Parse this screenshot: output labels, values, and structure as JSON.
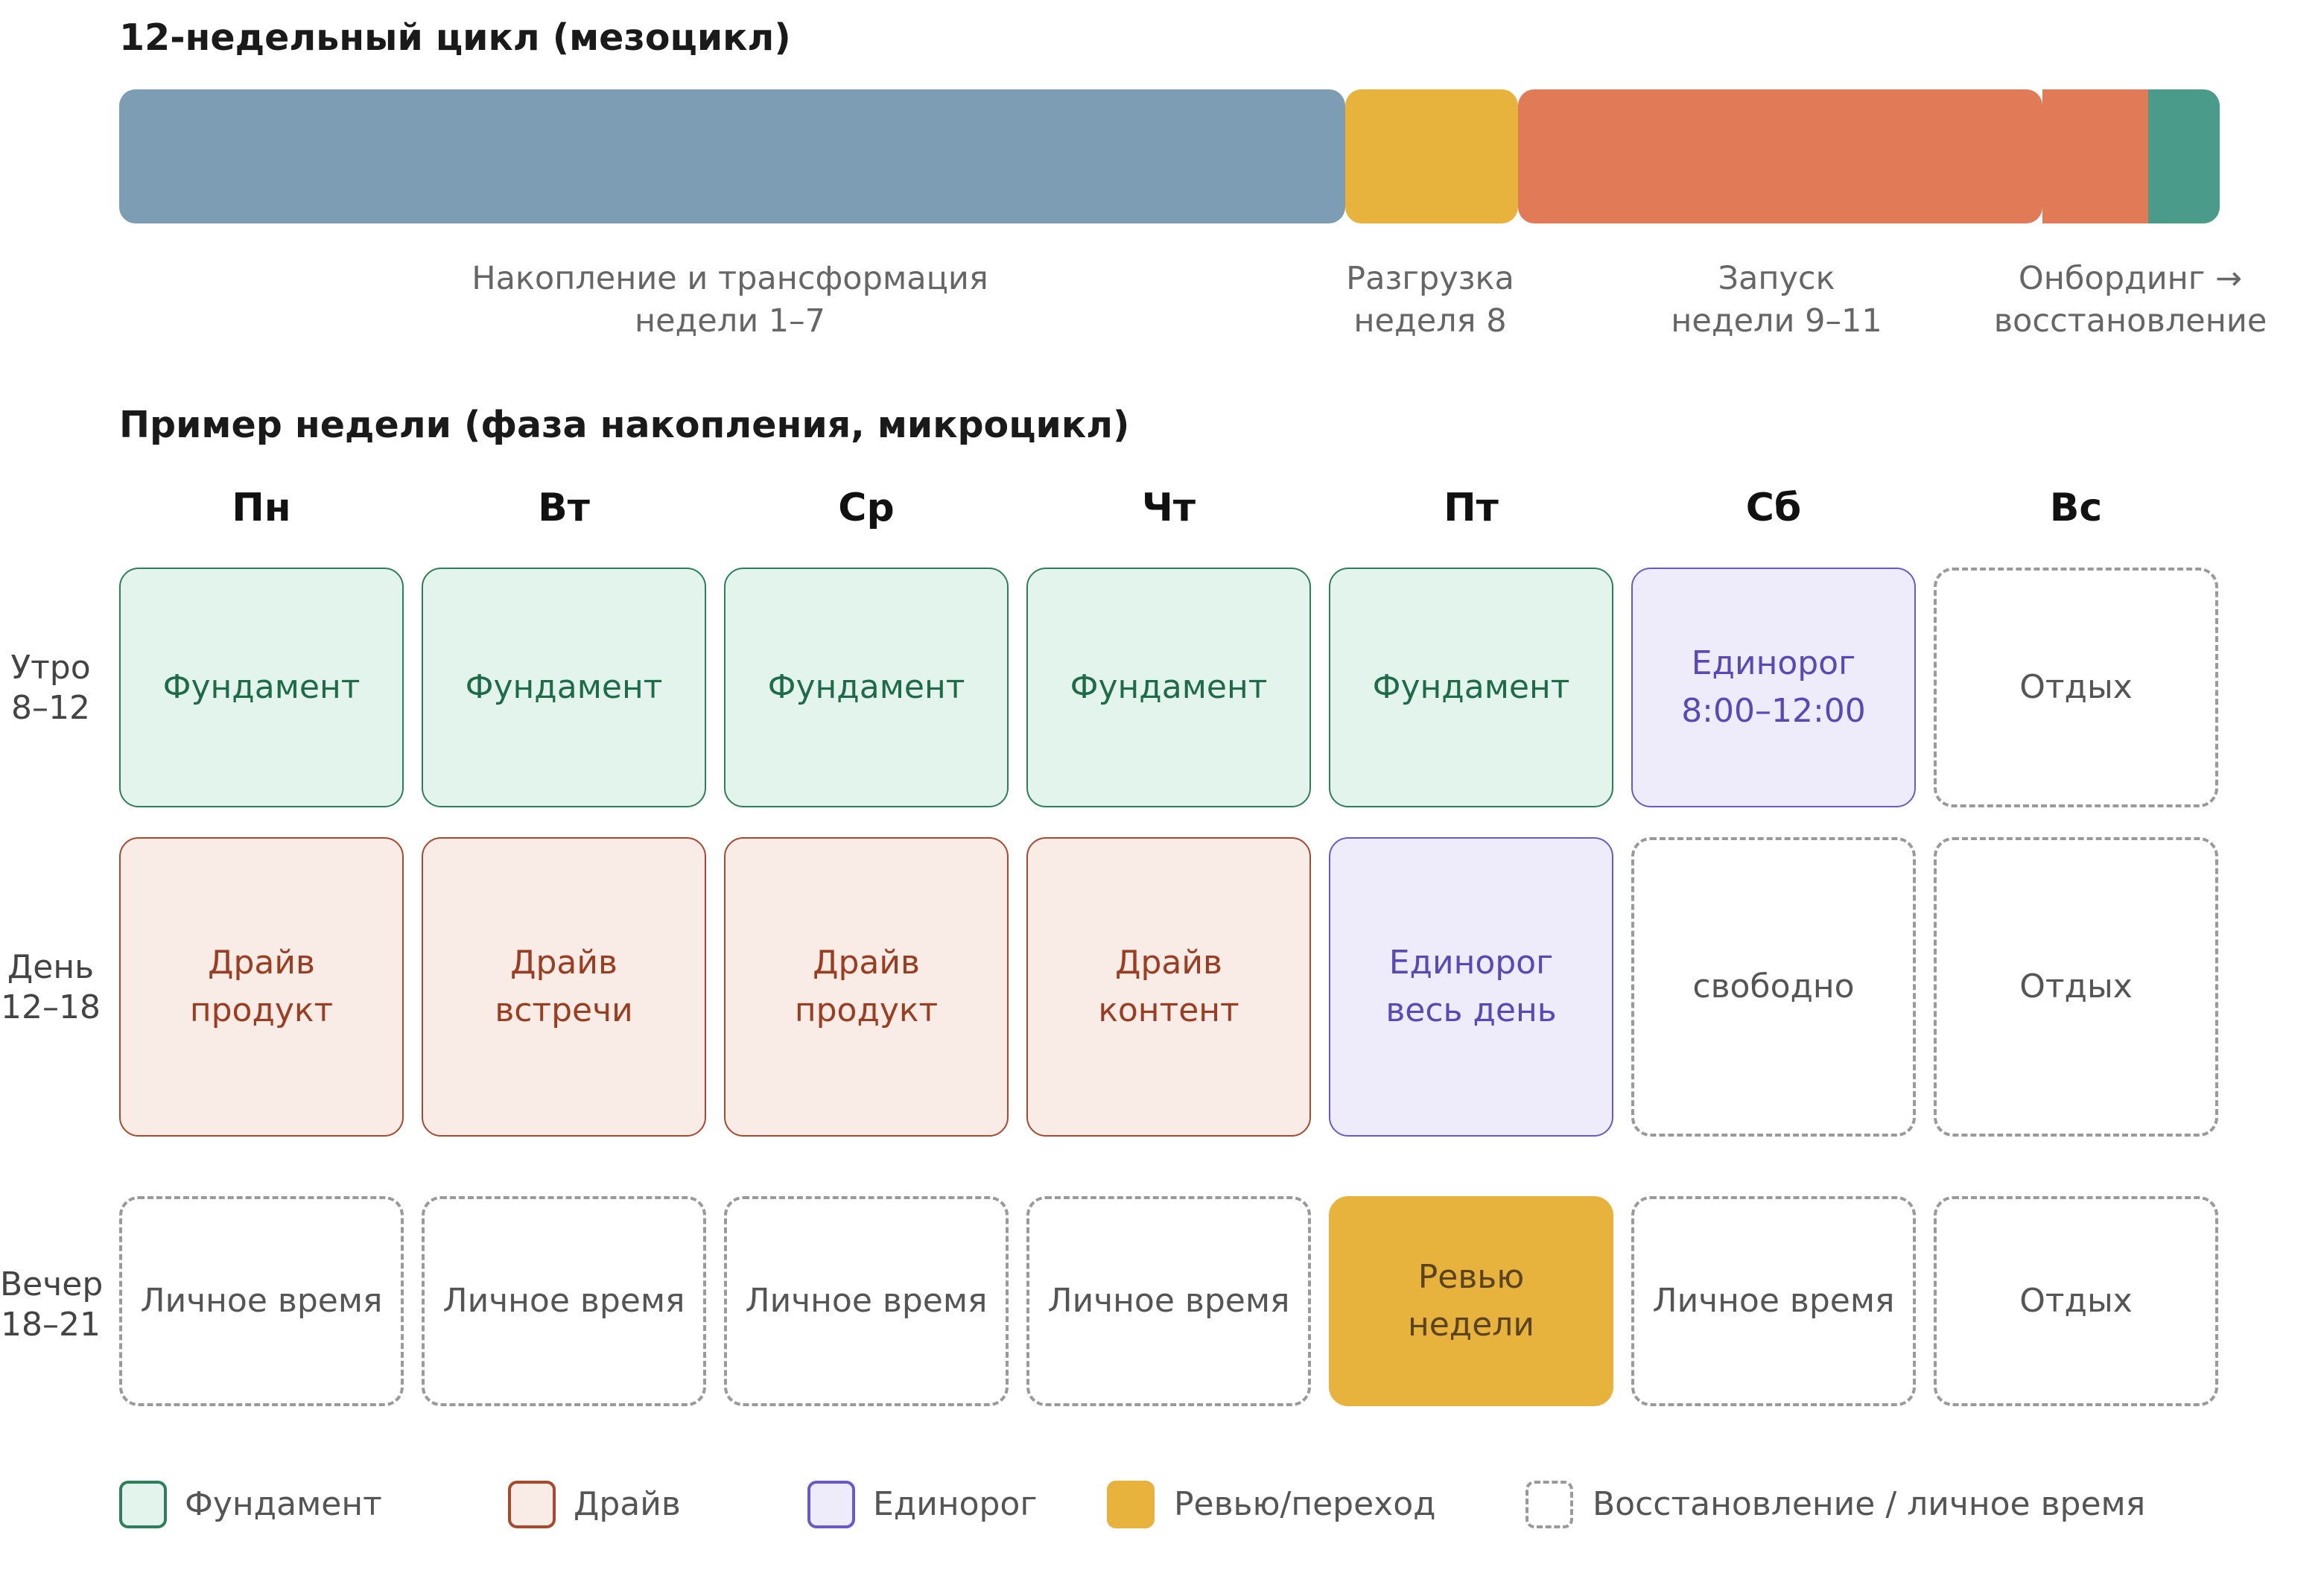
{
  "mesocycle": {
    "title": "12-недельный цикл (мезоцикл)",
    "phases": [
      {
        "id": "accum",
        "label_line1": "Накопление и трансформация",
        "label_line2": "недели 1–7",
        "color": "#7d9db4",
        "weeks": 7
      },
      {
        "id": "deload",
        "label_line1": "Разгрузка",
        "label_line2": "неделя 8",
        "color": "#e8b33c",
        "weeks": 1
      },
      {
        "id": "launch",
        "label_line1": "Запуск",
        "label_line2": "недели 9–11",
        "color": "#e07a57",
        "weeks": 3
      },
      {
        "id": "onboarding",
        "label_line1": "Онбординг →",
        "label_line2": "восстановление",
        "color": "#e07a57",
        "weeks": 1
      }
    ],
    "recovery_color": "#4a9b8a"
  },
  "week": {
    "title": "Пример недели (фаза накопления, микроцикл)",
    "days": [
      "Пн",
      "Вт",
      "Ср",
      "Чт",
      "Пт",
      "Сб",
      "Вс"
    ],
    "slots": [
      {
        "line1": "Утро",
        "line2": "8–12"
      },
      {
        "line1": "День",
        "line2": "12–18"
      },
      {
        "line1": "Вечер",
        "line2": "18–21"
      }
    ],
    "grid": [
      [
        {
          "type": "fund",
          "text": "Фундамент"
        },
        {
          "type": "fund",
          "text": "Фундамент"
        },
        {
          "type": "fund",
          "text": "Фундамент"
        },
        {
          "type": "fund",
          "text": "Фундамент"
        },
        {
          "type": "fund",
          "text": "Фундамент"
        },
        {
          "type": "uni",
          "text": "Единорог\n8:00–12:00"
        },
        {
          "type": "rest",
          "text": "Отдых"
        }
      ],
      [
        {
          "type": "drive",
          "text": "Драйв\nпродукт"
        },
        {
          "type": "drive",
          "text": "Драйв\nвстречи"
        },
        {
          "type": "drive",
          "text": "Драйв\nпродукт"
        },
        {
          "type": "drive",
          "text": "Драйв\nконтент"
        },
        {
          "type": "uni",
          "text": "Единорог\nвесь день"
        },
        {
          "type": "rest",
          "text": "свободно"
        },
        {
          "type": "rest",
          "text": "Отдых"
        }
      ],
      [
        {
          "type": "rest",
          "text": "Личное время"
        },
        {
          "type": "rest",
          "text": "Личное время"
        },
        {
          "type": "rest",
          "text": "Личное время"
        },
        {
          "type": "rest",
          "text": "Личное время"
        },
        {
          "type": "review",
          "text": "Ревью\nнедели"
        },
        {
          "type": "rest",
          "text": "Личное время"
        },
        {
          "type": "rest",
          "text": "Отдых"
        }
      ]
    ]
  },
  "legend": [
    {
      "type": "fund",
      "label": "Фундамент"
    },
    {
      "type": "drive",
      "label": "Драйв"
    },
    {
      "type": "uni",
      "label": "Единорог"
    },
    {
      "type": "review",
      "label": "Ревью/переход"
    },
    {
      "type": "rest",
      "label": "Восстановление / личное время"
    }
  ]
}
